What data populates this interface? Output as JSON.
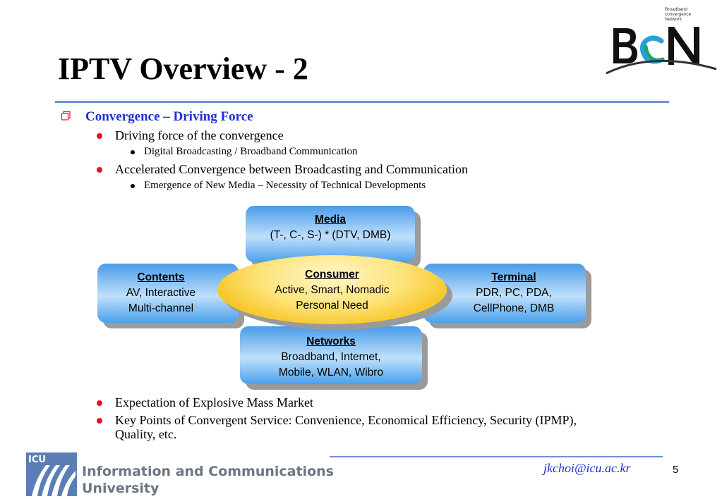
{
  "slide": {
    "title": "IPTV Overview - 2",
    "logo": {
      "mark": "BCN",
      "tagline": [
        "Broadband",
        "convergence",
        "Network"
      ]
    },
    "section_heading": "Convergence – Driving Force",
    "bullets_top": [
      {
        "text": "Driving force of the convergence",
        "sub": "Digital Broadcasting / Broadband Communication"
      },
      {
        "text": "Accelerated Convergence between Broadcasting and Communication",
        "sub": "Emergence of New Media – Necessity of Technical Developments"
      }
    ],
    "diagram": {
      "media": {
        "heading": "Media",
        "line1": "(T-, C-, S-) * (DTV, DMB)"
      },
      "contents": {
        "heading": "Contents",
        "line1": "AV, Interactive",
        "line2": "Multi-channel"
      },
      "terminal": {
        "heading": "Terminal",
        "line1": "PDR, PC, PDA,",
        "line2": "CellPhone, DMB"
      },
      "networks": {
        "heading": "Networks",
        "line1": "Broadband, Internet,",
        "line2": "Mobile, WLAN, Wibro"
      },
      "consumer": {
        "heading": "Consumer",
        "line1": "Active, Smart, Nomadic",
        "line2": "Personal Need"
      }
    },
    "bullets_bottom": [
      "Expectation of Explosive Mass Market",
      "Key Points of Convergent Service: Convenience, Economical Efficiency, Security (IPMP),",
      "Quality, etc."
    ],
    "footer": {
      "university_abbr": "ICU",
      "university_line1": "Information and Communications",
      "university_line2": "University",
      "email": "jkchoi@icu.ac.kr",
      "page_number": "5"
    },
    "colors": {
      "heading_blue": "#1f2fd6",
      "rule_blue": "#6b8fdc",
      "bullet_red": "#e8102a",
      "box_blue": "#4a9be8",
      "ellipse_yellow": "#f6c21a"
    }
  }
}
